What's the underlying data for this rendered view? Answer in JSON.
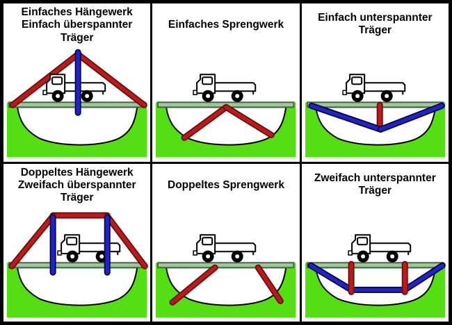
{
  "panels": [
    {
      "title": "Einfaches Hängewerk\nEinfach überspannter\nTräger"
    },
    {
      "title": "Einfaches Sprengwerk"
    },
    {
      "title": "Einfach unterspannter\nTräger"
    },
    {
      "title": "Doppeltes Hängewerk\nZweifach überspannter\nTräger"
    },
    {
      "title": "Doppeltes Sprengwerk"
    },
    {
      "title": "Zweifach unterspannter\nTräger"
    }
  ],
  "icons": {
    "truck": "truck-icon"
  },
  "colors": {
    "ground_green": "#55DE13",
    "pit_fill": "#FFFFFF",
    "deck_fill": "#A3C49F",
    "deck_border": "#3F6B3F",
    "compression_red": "#B71C1C",
    "compression_red_edge": "#6B0A0A",
    "tension_blue": "#2323BE",
    "tension_blue_edge": "#00004F",
    "outline_black": "#000000"
  }
}
